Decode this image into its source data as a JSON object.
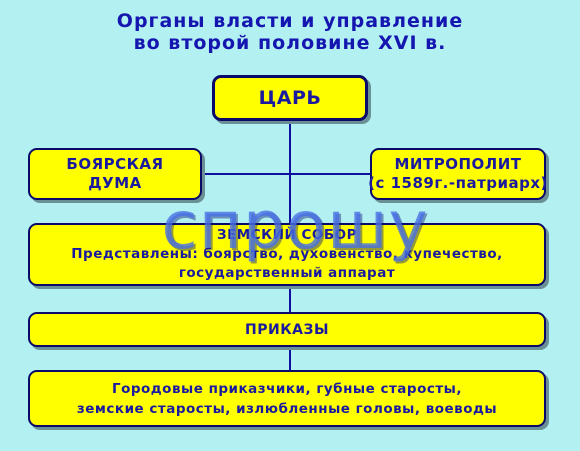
{
  "title": {
    "line1": "Органы власти и управление",
    "line2": "во второй половине XVI в."
  },
  "nodes": {
    "tsar": "ЦАРЬ",
    "duma": {
      "line1": "БОЯРСКАЯ",
      "line2": "ДУМА"
    },
    "metropolitan": {
      "line1": "МИТРОПОЛИТ",
      "line2": "(с 1589г.-патриарх)"
    },
    "zemsky_sobor": {
      "line1": "ЗЕМСКИЙ СОБОР",
      "line2": "Представлены: боярство, духовенство, купечество,",
      "line3": "государственный аппарат"
    },
    "prikazy": "ПРИКАЗЫ",
    "local": {
      "line1": "Городовые приказчики, губные старосты,",
      "line2": "земские старосты, излюбленные головы, воеводы"
    }
  },
  "watermark": "спрошу",
  "colors": {
    "background": "#b3f0f2",
    "box_fill": "#ffff00",
    "text": "#1a1aa0",
    "lines": "#1010a0"
  }
}
